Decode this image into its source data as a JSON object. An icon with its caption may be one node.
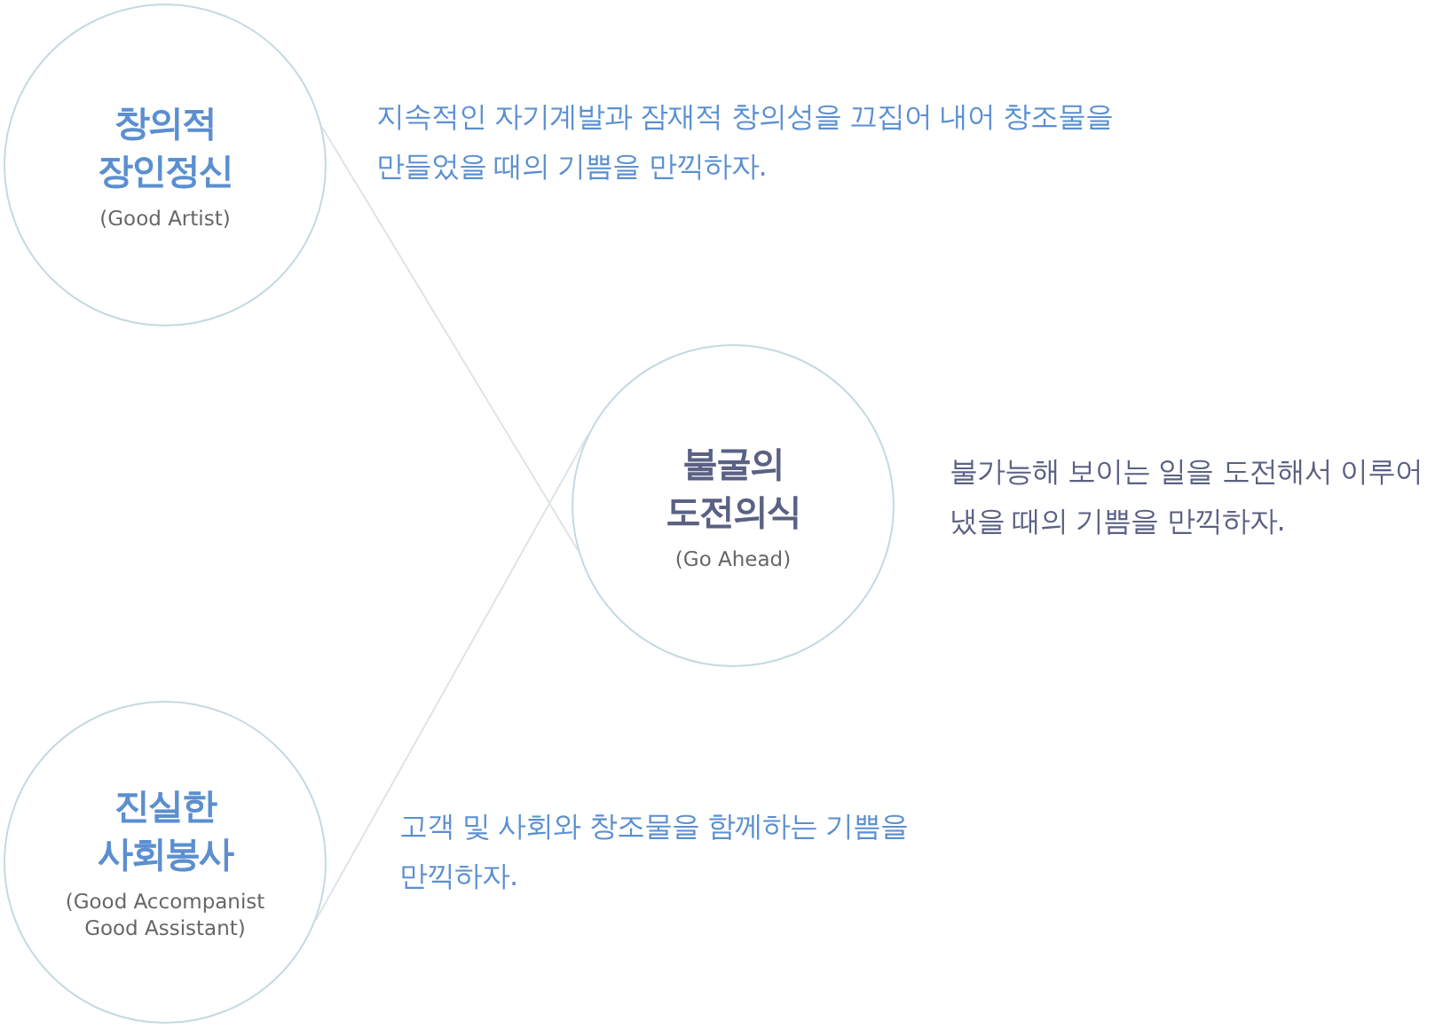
{
  "diagram": {
    "nodes": [
      {
        "text": [
          "창의적 장인정신",
          "(Good Artist)"
        ],
        "beside": [
          "지속적인 자기계발과 잠재적 창의성을 끄집어 내어 창조물을 만들었을 때의 기쁨을 만끽하자."
        ]
      },
      {
        "text": [
          "불굴의 도전의식",
          "(Go Ahead)"
        ],
        "beside": [
          "불가능해 보이는 일을 도전해서 이루어 냈을 때의 기쁨을 만끽하자."
        ]
      },
      {
        "text": [
          "진실한 사회봉사",
          "(Good Accompanist Good Assistant)"
        ],
        "beside": [
          "고객 및 사회와 창조물을 함께하는 기쁨을 만끽하자."
        ]
      }
    ],
    "edges": [
      {
        "from": 0,
        "to": 1,
        "arrow": "none"
      },
      {
        "from": 2,
        "to": 1,
        "arrow": "none"
      }
    ]
  }
}
